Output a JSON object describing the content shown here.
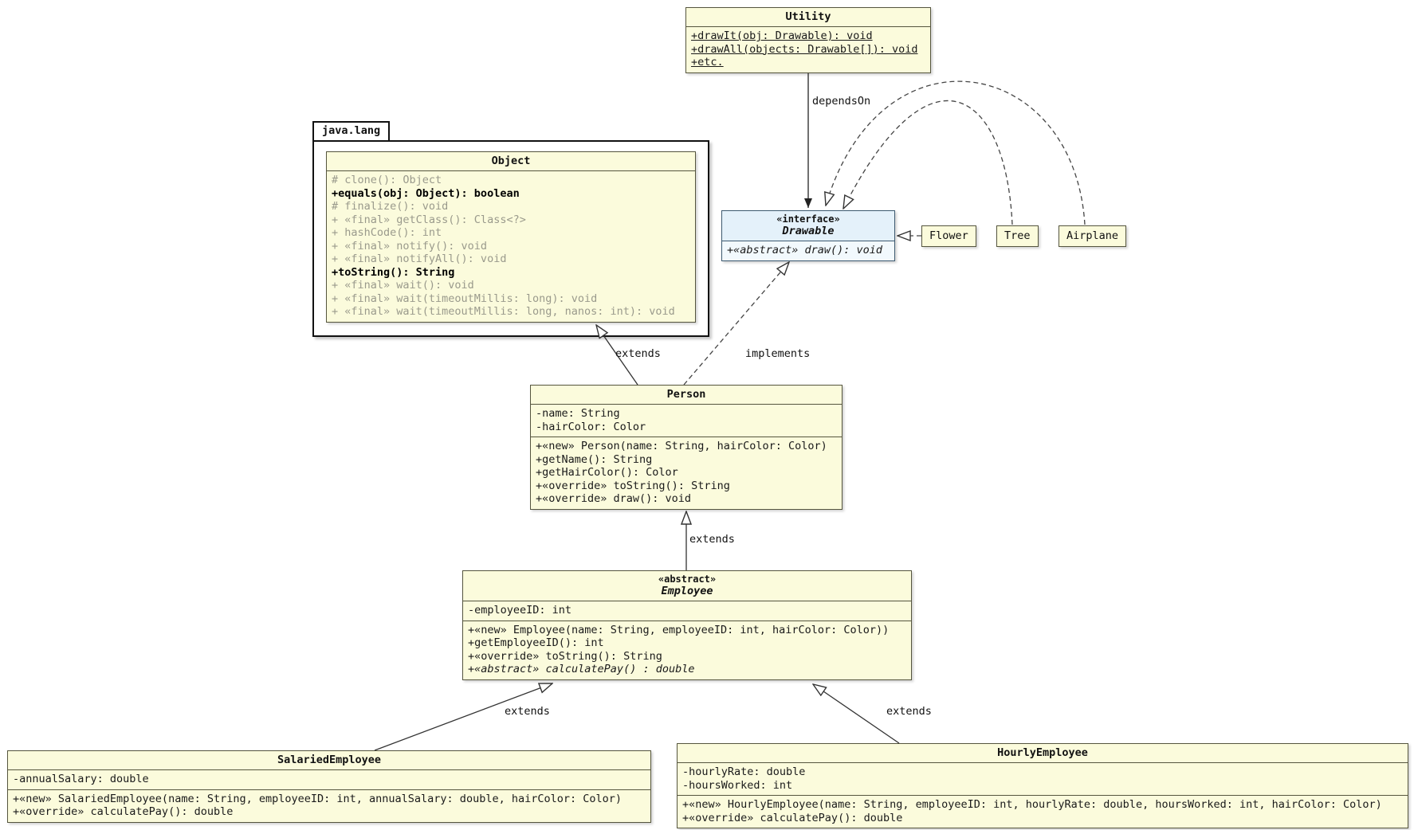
{
  "java_lang": {
    "label": "java.lang"
  },
  "utility": {
    "title": "Utility",
    "methods": [
      "+drawIt(obj: Drawable): void",
      "+drawAll(objects: Drawable[]): void",
      "+etc."
    ]
  },
  "object": {
    "title": "Object",
    "methods": [
      "# clone(): Object",
      "+equals(obj: Object): boolean",
      "# finalize(): void",
      "+ «final» getClass(): Class<?>",
      "+ hashCode(): int",
      "+ «final» notify(): void",
      "+ «final» notifyAll(): void",
      "+toString(): String",
      "+ «final» wait(): void",
      "+ «final» wait(timeoutMillis: long): void",
      "+ «final» wait(timeoutMillis: long, nanos: int): void"
    ]
  },
  "drawable": {
    "stereotype": "«interface»",
    "title": "Drawable",
    "methods": [
      "+«abstract» draw(): void"
    ]
  },
  "flower": {
    "title": "Flower"
  },
  "tree": {
    "title": "Tree"
  },
  "airplane": {
    "title": "Airplane"
  },
  "person": {
    "title": "Person",
    "attributes": [
      "-name: String",
      "-hairColor: Color"
    ],
    "methods": [
      "+«new» Person(name: String, hairColor: Color)",
      "+getName(): String",
      "+getHairColor(): Color",
      "+«override» toString(): String",
      "+«override» draw(): void"
    ]
  },
  "employee": {
    "stereotype": "«abstract»",
    "title": "Employee",
    "attributes": [
      "-employeeID: int"
    ],
    "methods": [
      "+«new» Employee(name: String, employeeID: int, hairColor: Color))",
      "+getEmployeeID(): int",
      "+«override» toString(): String",
      "+«abstract» calculatePay() : double"
    ]
  },
  "salaried": {
    "title": "SalariedEmployee",
    "attributes": [
      "-annualSalary: double"
    ],
    "methods": [
      "+«new» SalariedEmployee(name: String, employeeID: int, annualSalary: double, hairColor: Color)",
      "+«override» calculatePay(): double"
    ]
  },
  "hourly": {
    "title": "HourlyEmployee",
    "attributes": [
      "-hourlyRate: double",
      "-hoursWorked: int"
    ],
    "methods": [
      "+«new» HourlyEmployee(name: String, employeeID: int, hourlyRate: double, hoursWorked: int, hairColor: Color)",
      "+«override» calculatePay(): double"
    ]
  },
  "edges": {
    "depends_on": "dependsOn",
    "person_extends": "extends",
    "person_implements": "implements",
    "employee_extends": "extends",
    "salaried_extends": "extends",
    "hourly_extends": "extends"
  },
  "colors": {
    "class_fill": "#fbfbdc",
    "interface_header_fill": "#e4f1fa",
    "border": "#55553e",
    "muted_text": "#9a9a8c",
    "background": "#ffffff"
  }
}
